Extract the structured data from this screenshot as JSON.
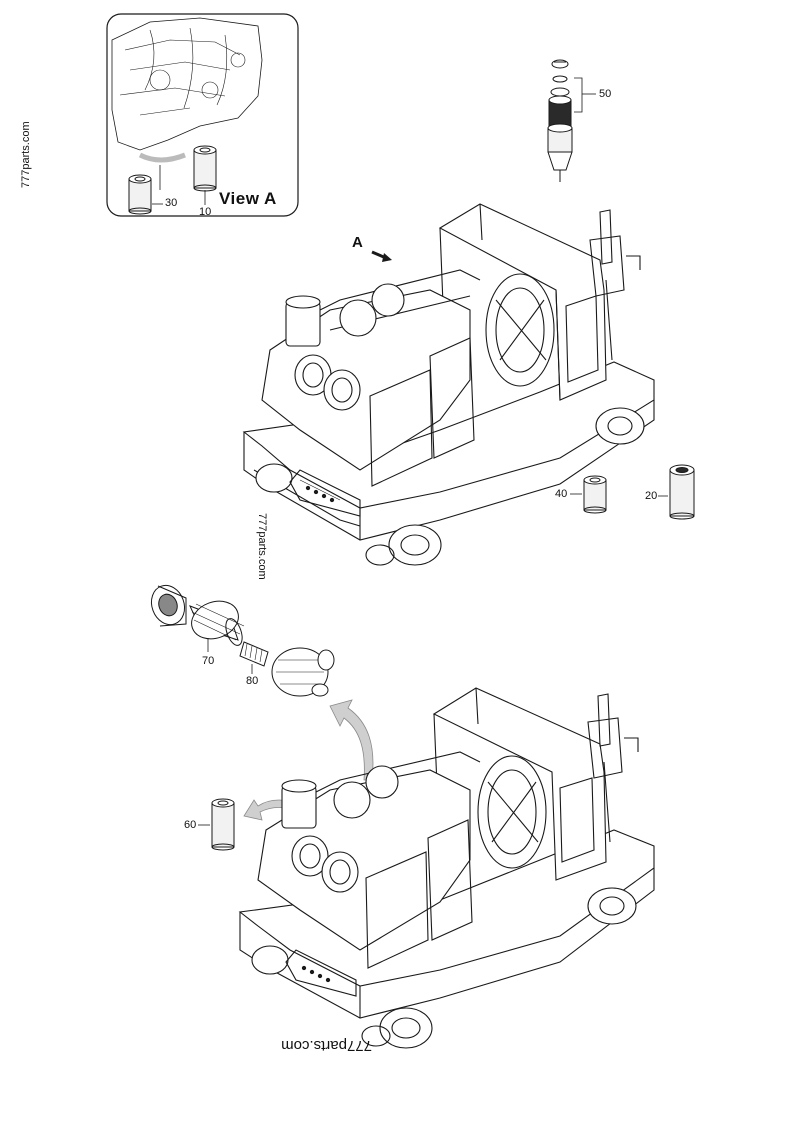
{
  "view_label": "View A",
  "arrow_label": "A",
  "callouts": {
    "c10": "10",
    "c20": "20",
    "c30": "30",
    "c40": "40",
    "c50": "50",
    "c60": "60",
    "c70": "70",
    "c80": "80"
  },
  "watermark": "777parts.com",
  "colors": {
    "line": "#1a1a1a",
    "arrow_fill": "#cfcfcf",
    "background": "#ffffff"
  }
}
